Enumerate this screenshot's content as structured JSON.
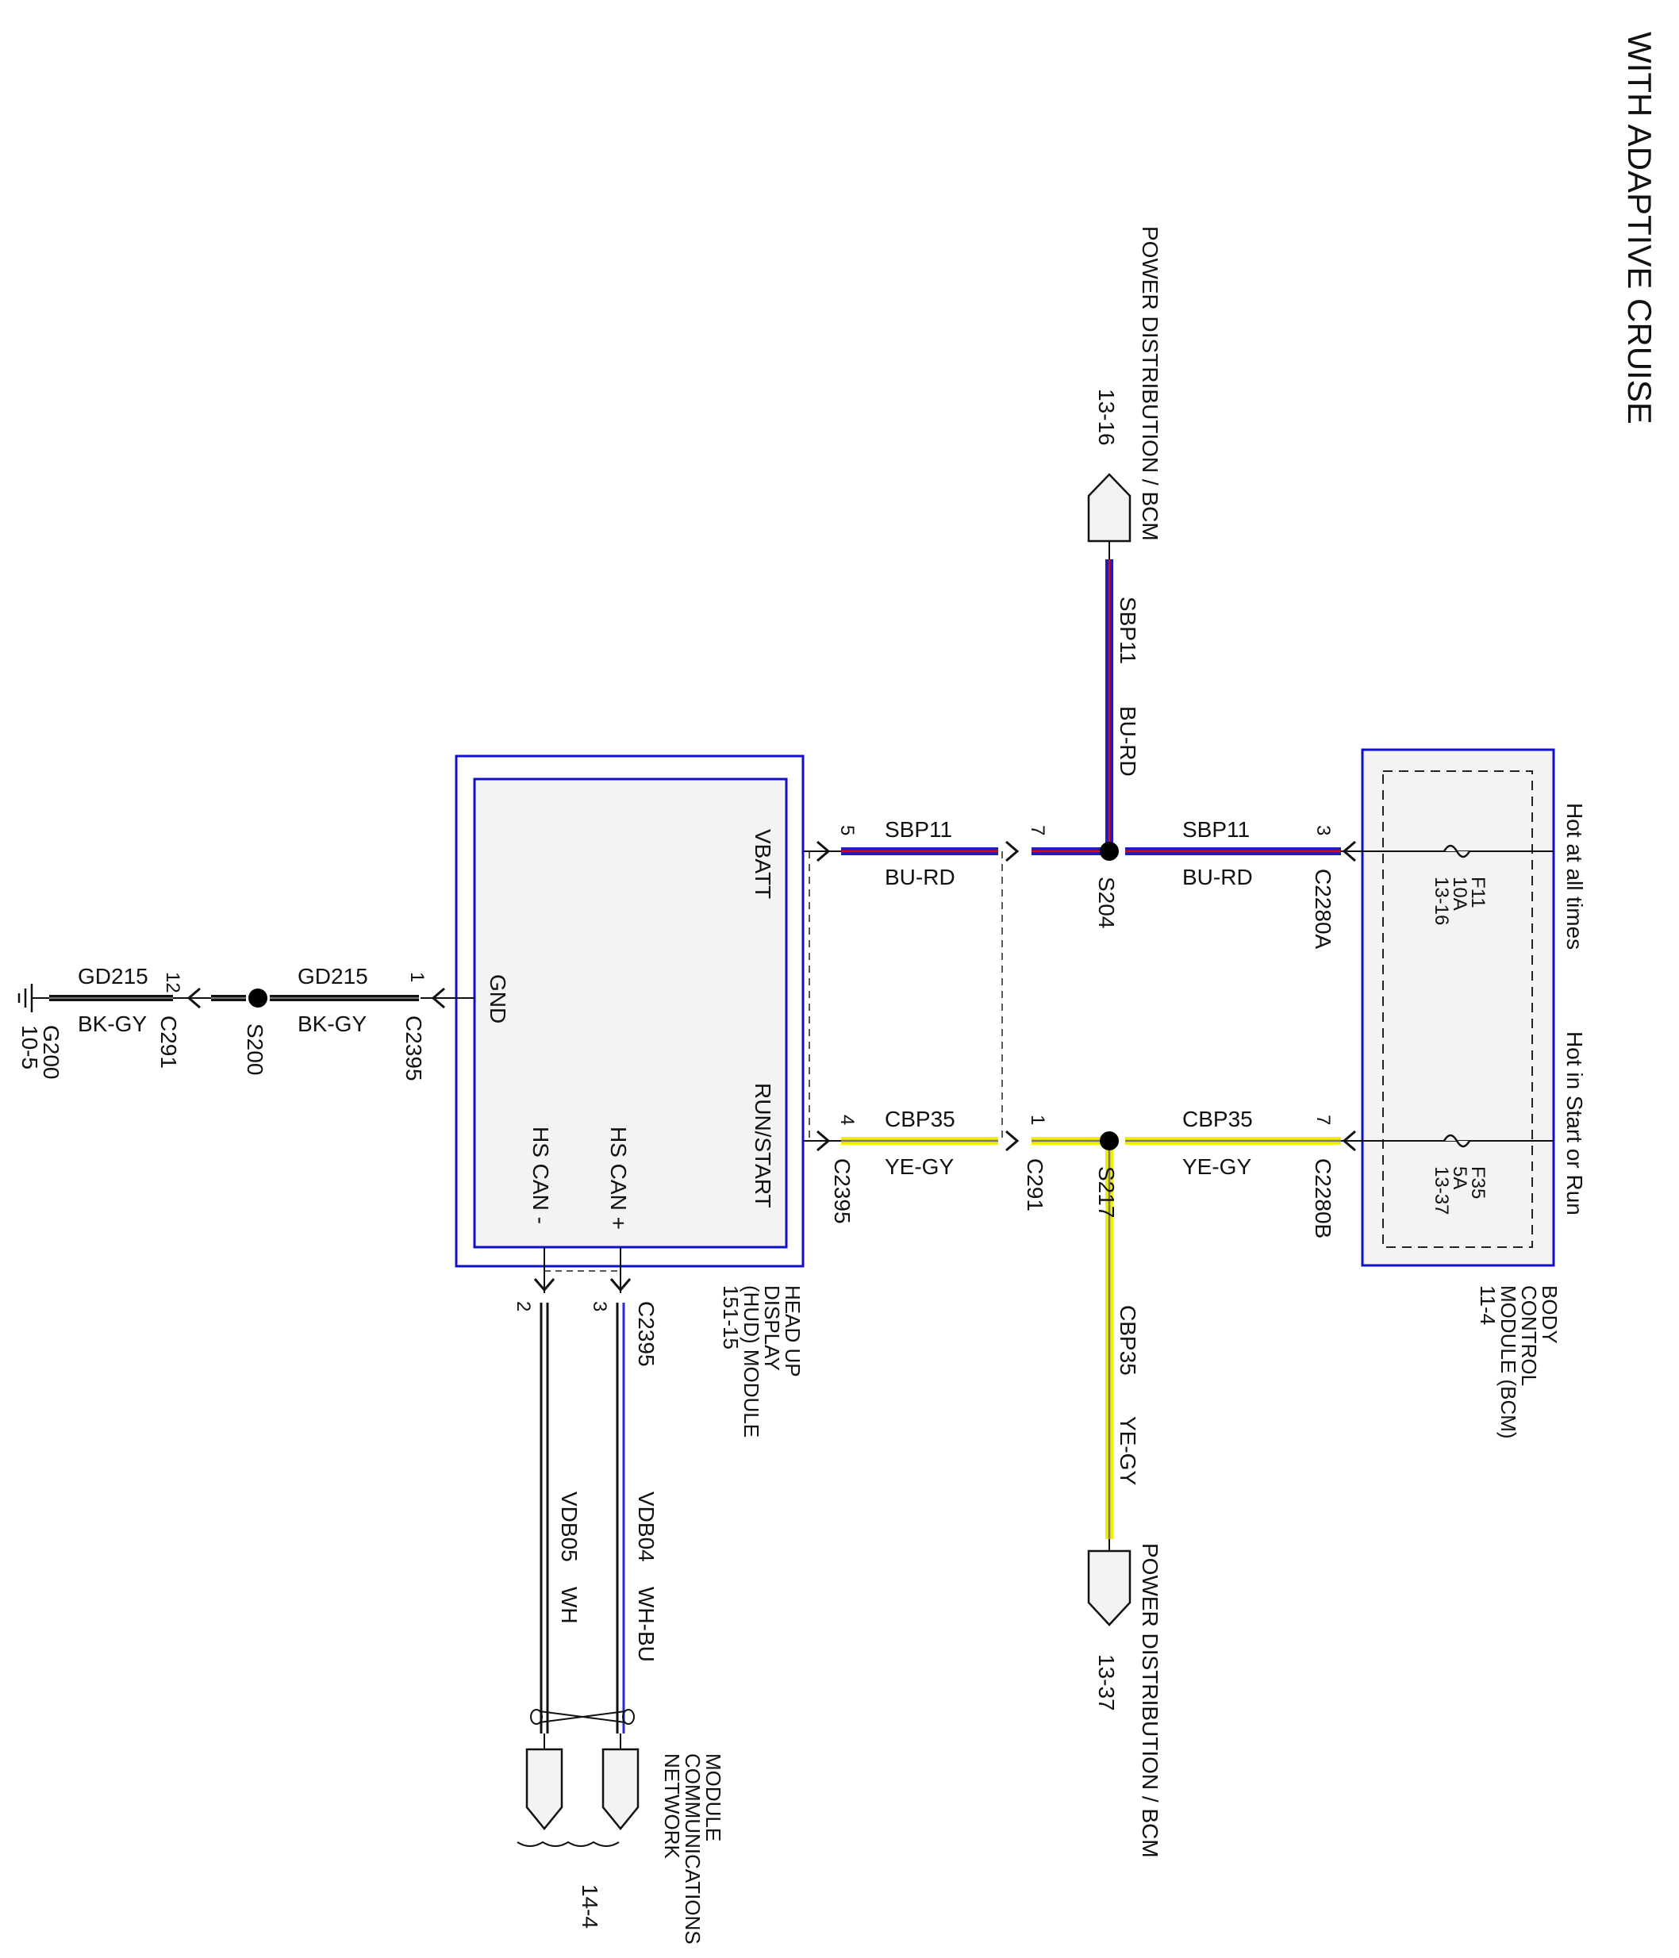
{
  "title": "WITH ADAPTIVE CRUISE",
  "colors": {
    "bu_rd_outer": "#1c1cc0",
    "bu_rd_core": "#cc1010",
    "ye_gy_outer": "#f0f000",
    "ye_gy_core": "#7a7a7a",
    "bk_gy": "#111111",
    "wh_bu": "#2a2ad0",
    "module_border": "#1010c8",
    "module_fill": "#f3f3f3"
  },
  "connectors": {
    "power_top": {
      "line1": "POWER DISTRIBUTION / BCM",
      "line2": "13-16"
    },
    "power_bottom": {
      "line1": "POWER DISTRIBUTION / BCM",
      "line2": "13-37"
    },
    "module_network": {
      "line1": "MODULE",
      "line2": "COMMUNICATIONS",
      "line3": "NETWORK",
      "page": "14-4"
    }
  },
  "bcm": {
    "line1": "BODY",
    "line2": "CONTROL",
    "line3": "MODULE (BCM)",
    "page": "11-4",
    "hot_at_all_times": "Hot at all times",
    "hot_in_start_or_run": "Hot in Start or Run",
    "fuse_f11": {
      "name": "F11",
      "rating": "10A",
      "page": "13-16"
    },
    "fuse_f35": {
      "name": "F35",
      "rating": "5A",
      "page": "13-37"
    },
    "conn_a": "C2280A",
    "conn_b": "C2280B",
    "pin_a": "3",
    "pin_b": "7"
  },
  "hud": {
    "line1": "HEAD UP",
    "line2": "DISPLAY",
    "line3": "(HUD) MODULE",
    "page": "151-15",
    "vbatt": "VBATT",
    "run_start": "RUN/START",
    "gnd": "GND",
    "hs_can_plus": "HS CAN +",
    "hs_can_minus": "HS CAN -"
  },
  "wires": {
    "sbp11_circuit": "SBP11",
    "sbp11_color": "BU-RD",
    "cbp35_circuit": "CBP35",
    "cbp35_color": "YE-GY",
    "gd215_circuit": "GD215",
    "gd215_color": "BK-GY",
    "vdb04_circuit": "VDB04",
    "vdb04_color": "WH-BU",
    "vdb05_circuit": "VDB05",
    "vdb05_color": "WH"
  },
  "splices": {
    "s204": "S204",
    "s217": "S217",
    "s200": "S200"
  },
  "pins": {
    "hud_vbatt": "5",
    "hud_run": "4",
    "c291_sbp": "7",
    "c291_cbp": "1",
    "hud_gnd": "1",
    "c291_gnd": "12",
    "hud_can_plus": "3",
    "hud_can_minus": "2",
    "c2395": "C2395",
    "c291": "C291",
    "c2395_gnd": "C2395",
    "c291_gnd_conn": "C291",
    "c2395_can": "C2395"
  },
  "ground": {
    "name": "G200",
    "page": "10-5"
  }
}
